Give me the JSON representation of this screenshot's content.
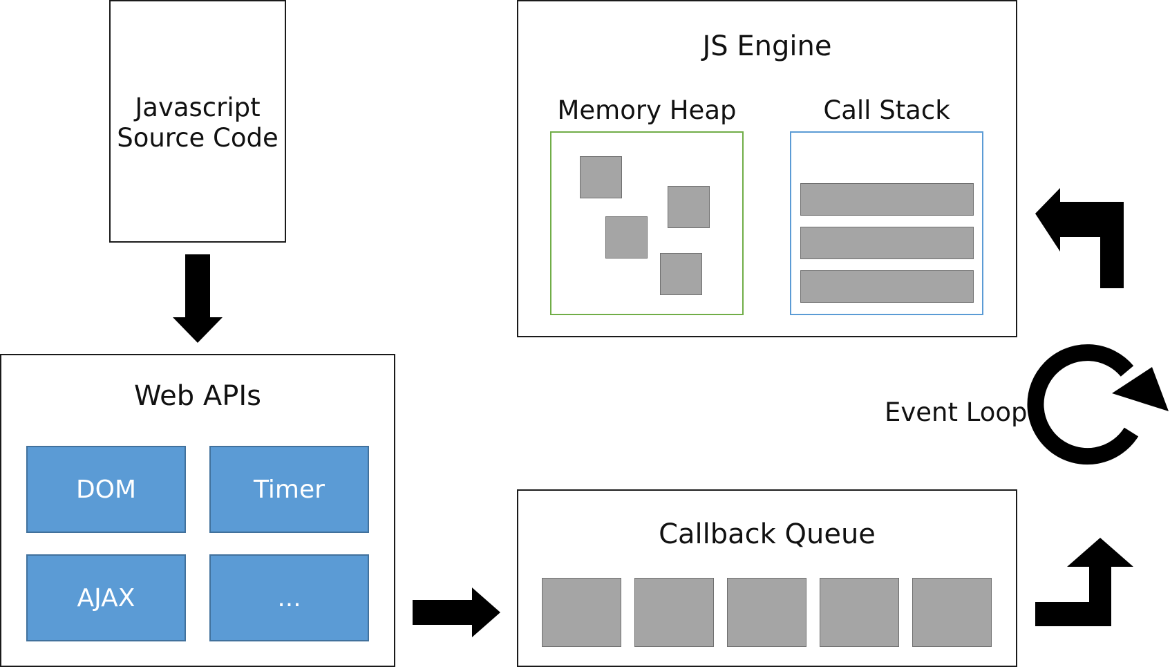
{
  "source_code": {
    "line1": "Javascript",
    "line2": "Source Code"
  },
  "web_apis": {
    "title": "Web APIs",
    "items": [
      {
        "label": "DOM"
      },
      {
        "label": "Timer"
      },
      {
        "label": "AJAX"
      },
      {
        "label": "..."
      }
    ]
  },
  "js_engine": {
    "title": "JS Engine",
    "memory_heap_label": "Memory Heap",
    "call_stack_label": "Call Stack"
  },
  "callback_queue": {
    "title": "Callback Queue"
  },
  "event_loop": {
    "label": "Event Loop"
  },
  "colors": {
    "api_fill": "#5b9bd5",
    "memory_heap_border": "#70ad47",
    "call_stack_border": "#5b9bd5",
    "item_gray": "#a5a5a5"
  }
}
